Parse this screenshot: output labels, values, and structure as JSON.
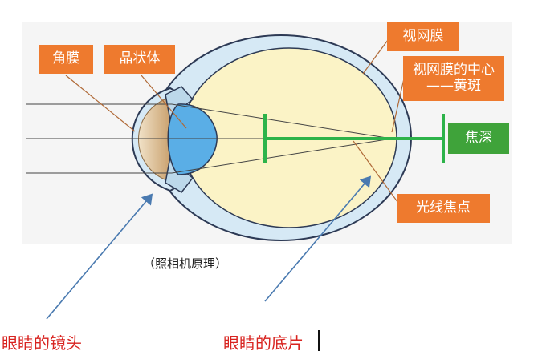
{
  "labels": {
    "cornea": "角膜",
    "lens": "晶状体",
    "retina": "视网膜",
    "macula_line1": "视网膜的中心",
    "macula_line2": "——黄斑",
    "focal_point": "光线焦点",
    "depth_of_focus": "焦深"
  },
  "caption": "（照相机原理）",
  "annotations": {
    "camera_lens": "眼睛的镜头",
    "film": "眼睛的底片"
  },
  "colors": {
    "tag_orange": "#ee7a2e",
    "tag_green": "#3fa33a",
    "eyeball_fill": "#fbf3c6",
    "sclera_blue": "#cfe6f4",
    "lens_blue": "#5aaee6",
    "focus_line_green": "#2db34a",
    "arrow_blue": "#4a7ab0",
    "annotation_red": "#d8231f"
  }
}
